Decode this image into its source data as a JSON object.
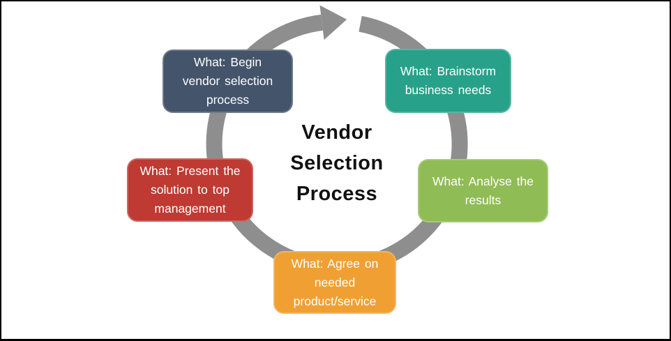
{
  "title": {
    "text": "Vendor Selection Process",
    "lines": [
      "Vendor",
      "Selection",
      "Process"
    ]
  },
  "cycle_arrow": {
    "direction": "clockwise",
    "color": "#8E8E8E"
  },
  "steps": [
    {
      "id": "begin-vendor-selection",
      "label": "What: Begin vendor selection process",
      "lines": [
        "What: Begin",
        "vendor selection",
        "process"
      ],
      "color": "#44546A",
      "position": "top-left"
    },
    {
      "id": "brainstorm-business-needs",
      "label": "What: Brainstorm business needs",
      "lines": [
        "What: Brainstorm",
        "business needs"
      ],
      "color": "#27A189",
      "position": "top-right"
    },
    {
      "id": "analyse-results",
      "label": "What: Analyse the results",
      "lines": [
        "What: Analyse the",
        "results"
      ],
      "color": "#90BC55",
      "position": "right"
    },
    {
      "id": "agree-needed-product-service",
      "label": "What: Agree on needed product/service",
      "lines": [
        "What: Agree on",
        "needed",
        "product/service"
      ],
      "color": "#F0A032",
      "position": "bottom"
    },
    {
      "id": "present-solution-top-management",
      "label": "What: Present the solution to top management",
      "lines": [
        "What: Present the",
        "solution to top",
        "management"
      ],
      "color": "#BE3A32",
      "position": "left"
    }
  ],
  "colors": {
    "background": "#FFFFFF",
    "frame_border": "#000000",
    "step_text": "#FFFFFF",
    "title_text": "#111111"
  }
}
